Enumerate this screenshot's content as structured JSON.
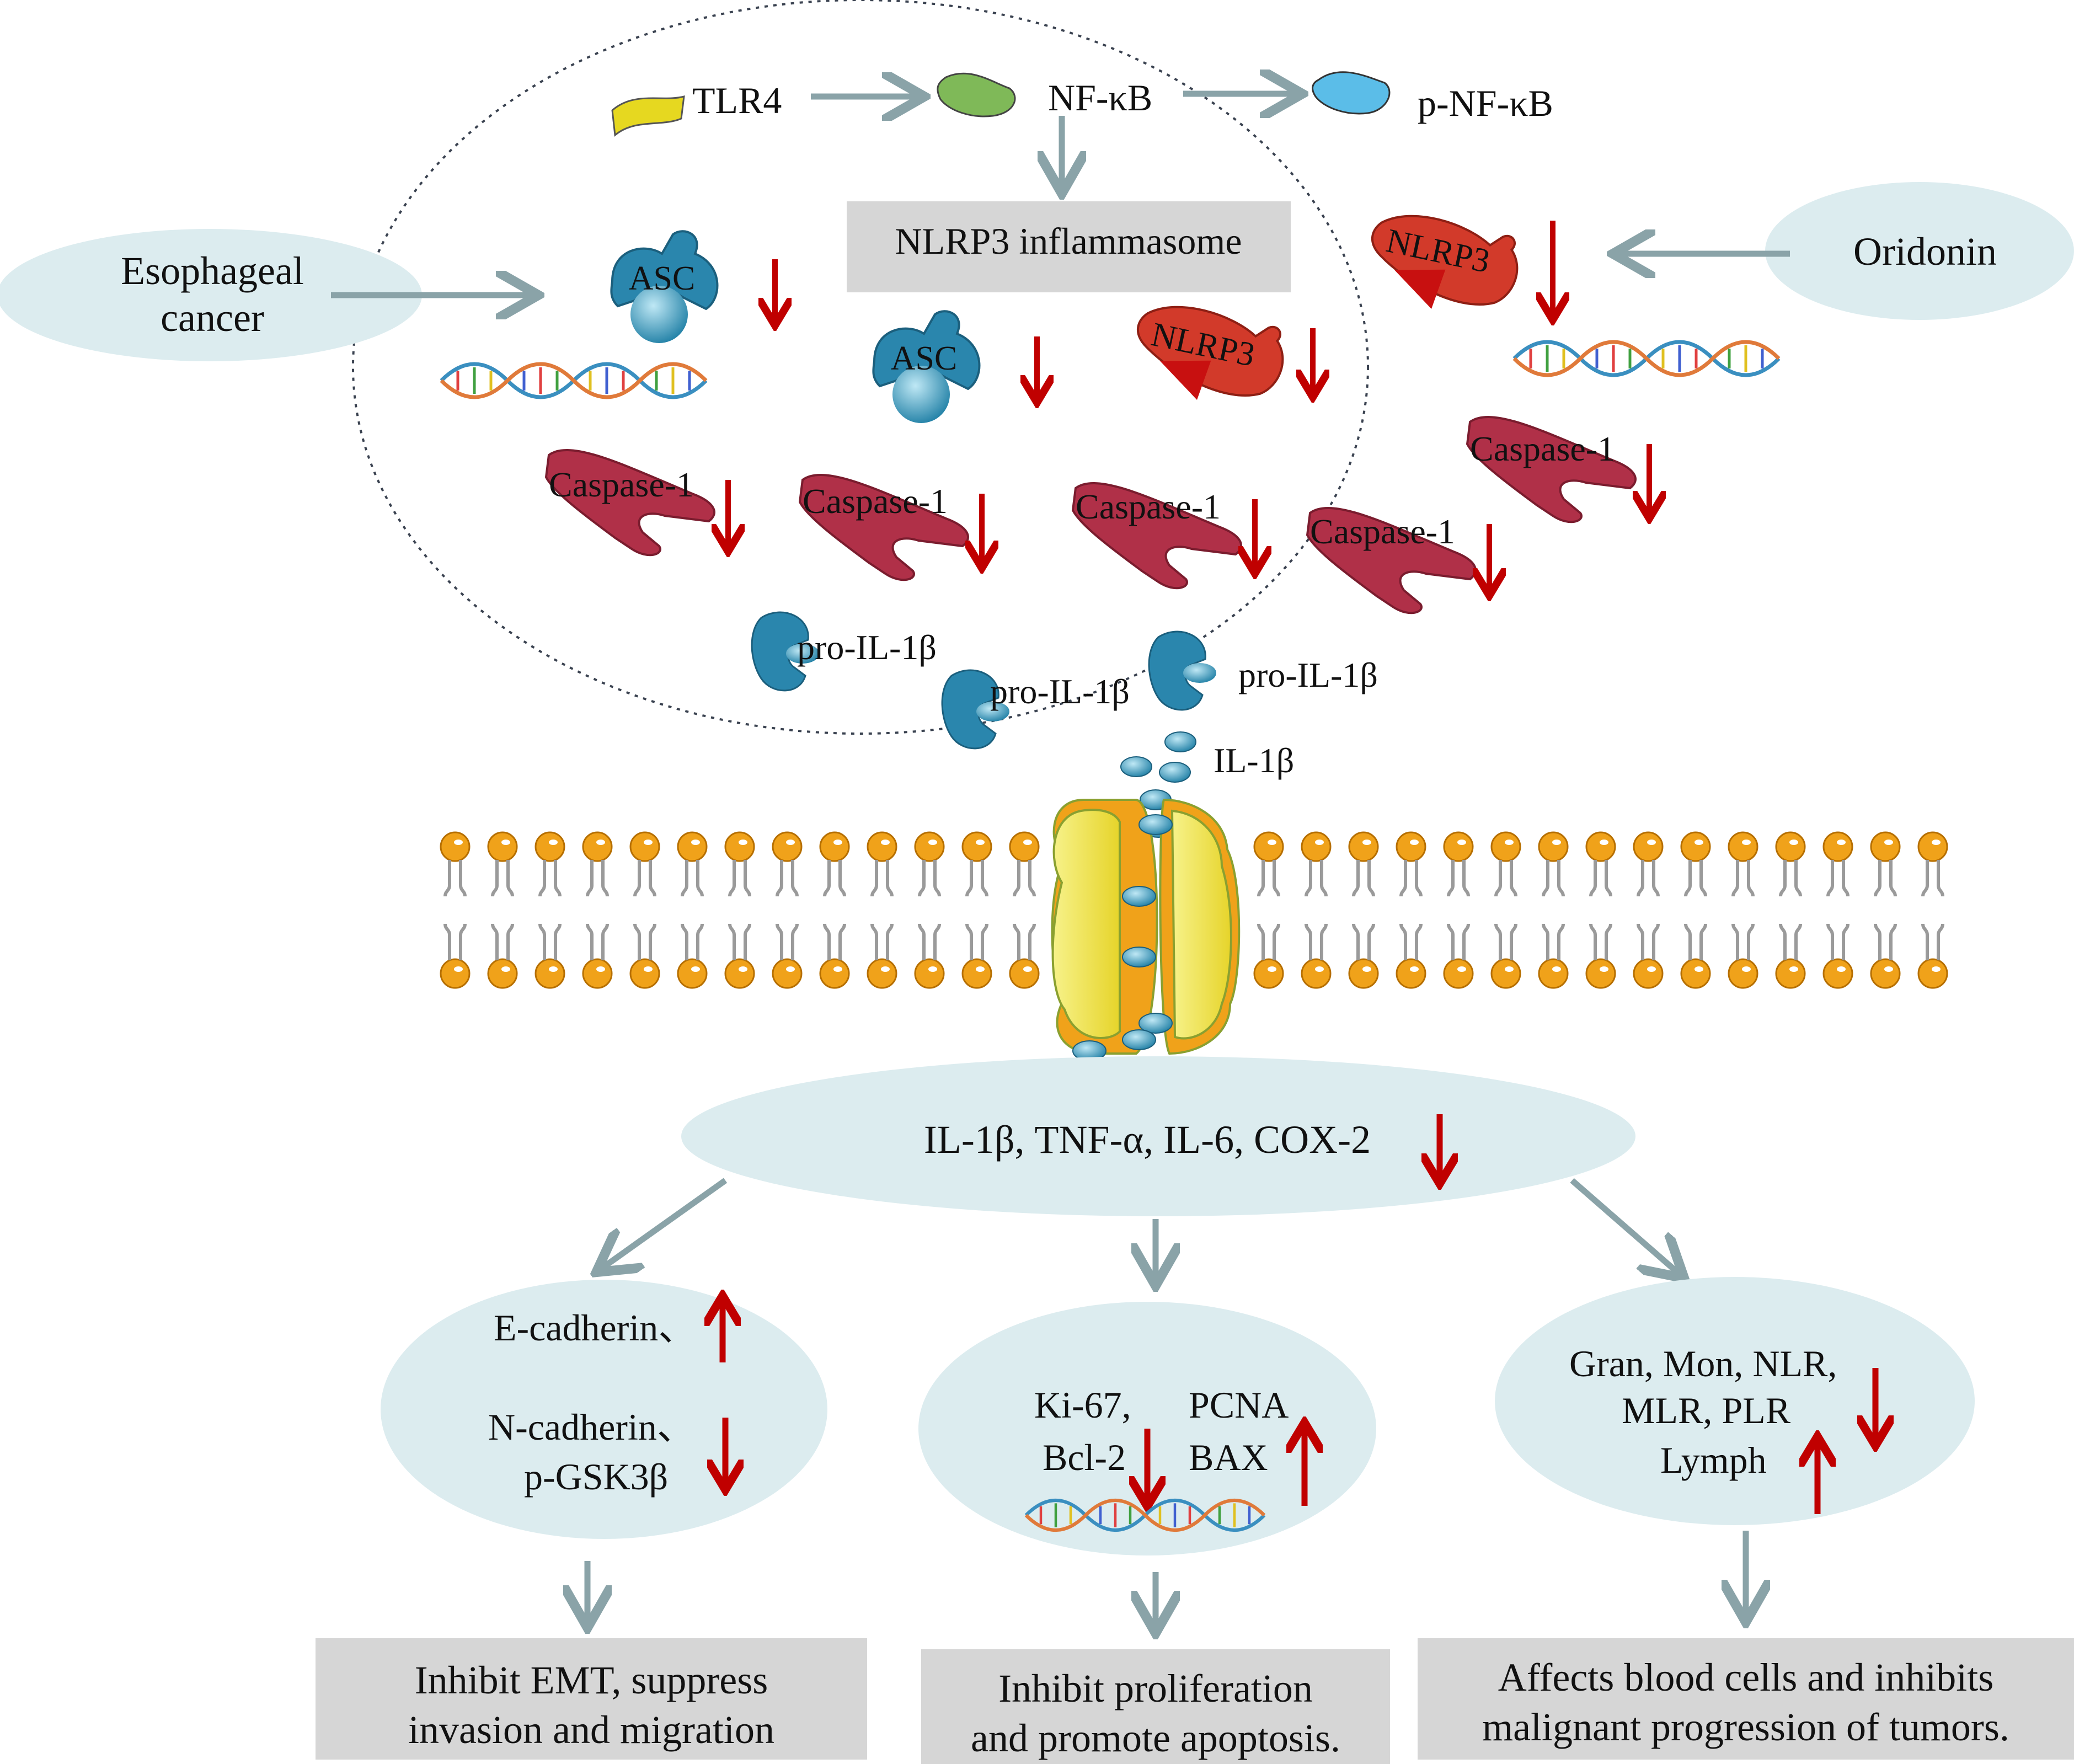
{
  "labels": {
    "tlr4": "TLR4",
    "nfkb": "NF-κB",
    "pnfkb": "p-NF-κB",
    "nlrp3_inflammasome": "NLRP3 inflammasome",
    "esophageal_cancer": [
      "Esophageal",
      "cancer"
    ],
    "oridonin": "Oridonin",
    "asc": "ASC",
    "nlrp3": "NLRP3",
    "caspase1": "Caspase-1",
    "pro_il1b": "pro-IL-1β",
    "il1b": "IL-1β",
    "cytokines": "IL-1β,  TNF-α,  IL-6,  COX-2",
    "emt_markers": [
      "E-cadherin、",
      "N-cadherin、",
      "p-GSK3β"
    ],
    "prolif_markers": [
      "Ki-67,",
      "PCNA",
      "Bcl-2",
      "BAX"
    ],
    "blood_markers": [
      "Gran, Mon, NLR,",
      "MLR, PLR",
      "Lymph"
    ]
  },
  "outcomes": [
    [
      "Inhibit EMT, suppress",
      "invasion and migration"
    ],
    [
      "Inhibit proliferation",
      "and promote apoptosis."
    ],
    [
      "Affects blood cells and inhibits",
      "malignant progression of tumors."
    ]
  ],
  "colors": {
    "arrow": "#8aa3a8",
    "regulation_arrow": "#c00000",
    "membrane_head": "#f0a21a",
    "channel": "#f3e84a",
    "asc": "#2a86ad",
    "nlrp3": "#d23a2a",
    "caspase": "#b03048",
    "tlr4": "#e6d820",
    "nfkb": "#7fb958",
    "pnfkb": "#5bbde8",
    "ellipse_fill": "#dcecef",
    "box_fill": "#d6d6d6"
  },
  "icons": [
    "dna-helix-icon",
    "asc-protein-icon",
    "nlrp3-protein-icon",
    "caspase-protein-icon",
    "pro-il1b-protein-icon",
    "il1b-molecule-icon",
    "membrane-channel-icon"
  ]
}
